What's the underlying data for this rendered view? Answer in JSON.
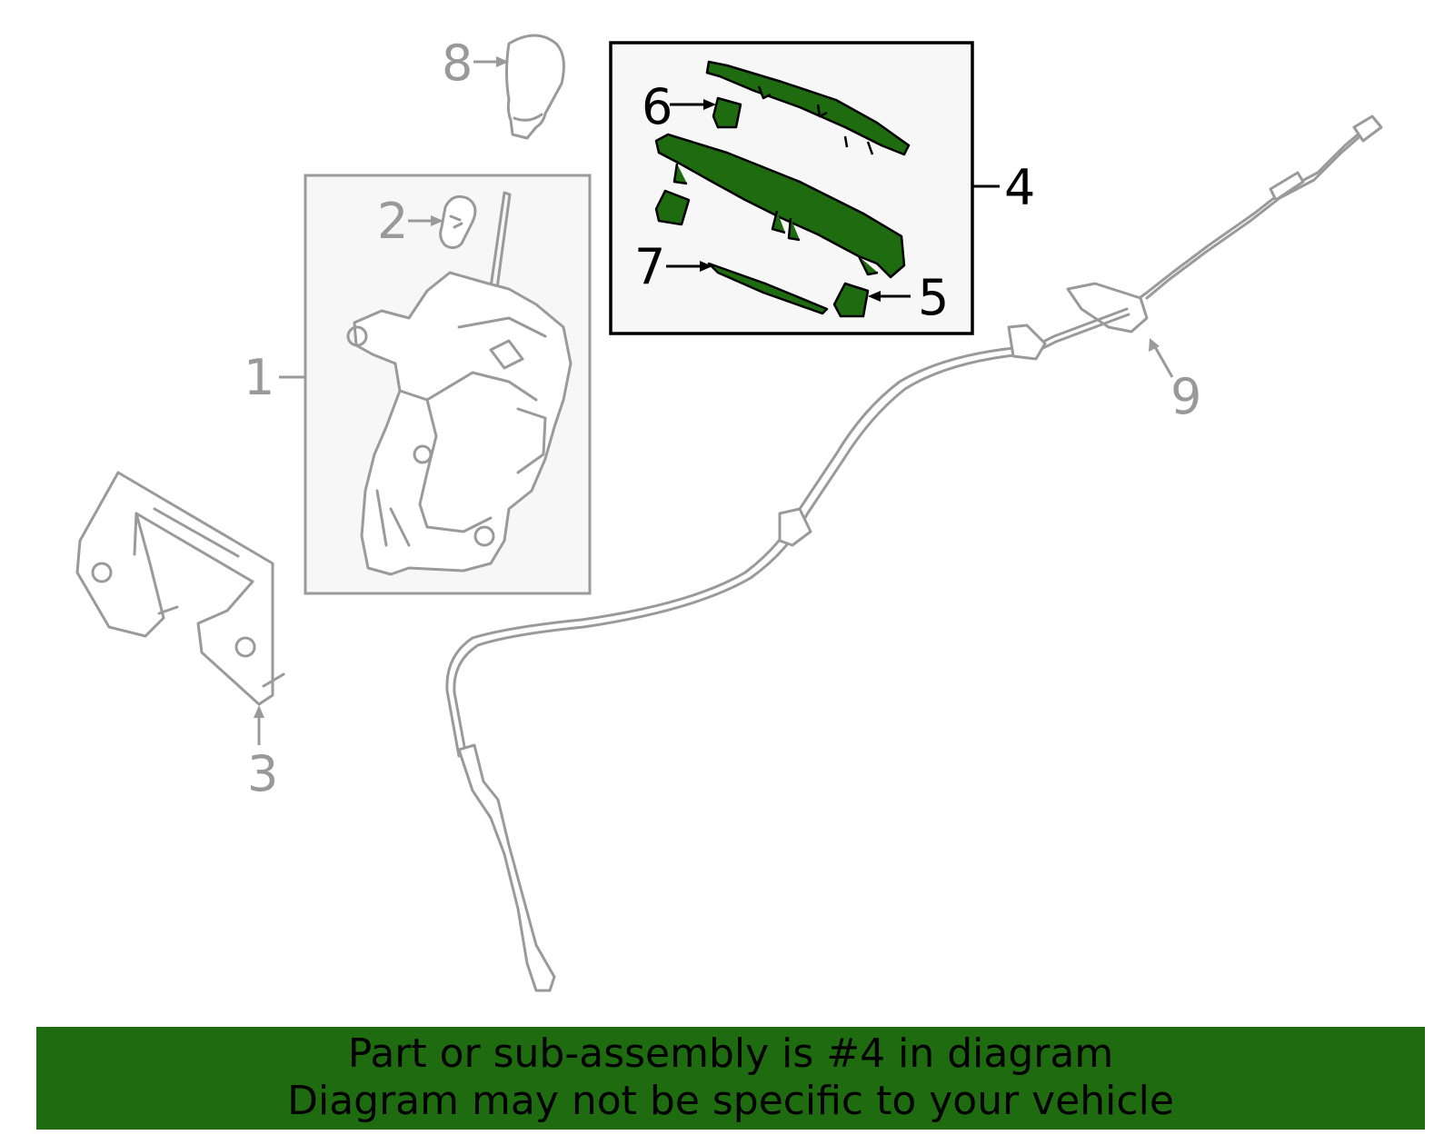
{
  "callouts": {
    "c1": "1",
    "c2": "2",
    "c3": "3",
    "c4": "4",
    "c5": "5",
    "c6": "6",
    "c7": "7",
    "c8": "8",
    "c9": "9"
  },
  "banner": {
    "line1": "Part or sub-assembly is #4 in diagram",
    "line2": "Diagram may not be specific to your vehicle"
  },
  "colors": {
    "highlight": "#1e6b10",
    "part_lines": "#9a9a9a",
    "assembly_box": "#000000"
  }
}
